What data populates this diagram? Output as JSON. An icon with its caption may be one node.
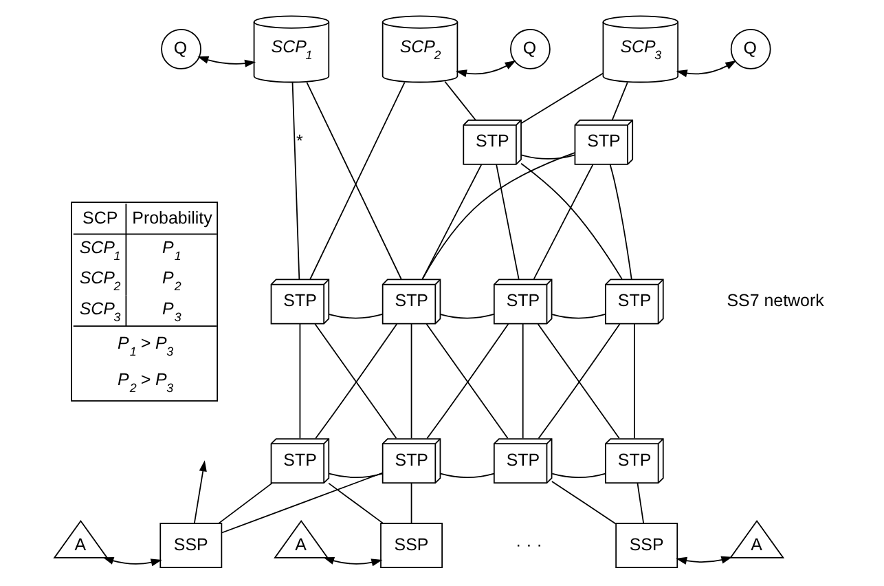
{
  "diagram": {
    "nodes": [
      {
        "text": [
          "Q"
        ]
      },
      {
        "text": [
          "SCP$_{1}$"
        ]
      },
      {
        "text": [
          "SCP$_{2}$"
        ]
      },
      {
        "text": [
          "Q"
        ]
      },
      {
        "text": [
          "SCP$_{3}$"
        ]
      },
      {
        "text": [
          "Q"
        ]
      },
      {
        "text": [
          "STP"
        ]
      },
      {
        "text": [
          "STP"
        ]
      },
      {
        "text": [
          "SCP",
          "Probability",
          "SCP$_{1}$",
          "P$_{1}$",
          "SCP$_{2}$",
          "P$_{2}$",
          "SCP$_{3}$",
          "P$_{3}$",
          "P$_{1}$ > P$_{3}$",
          "P$_{2}$ > P$_{3}$"
        ]
      },
      {
        "text": [
          "STP"
        ]
      },
      {
        "text": [
          "STP"
        ]
      },
      {
        "text": [
          "STP"
        ]
      },
      {
        "text": [
          "STP"
        ]
      },
      {
        "text": [
          "STP"
        ]
      },
      {
        "text": [
          "STP"
        ]
      },
      {
        "text": [
          "STP"
        ]
      },
      {
        "text": [
          "STP"
        ]
      },
      {
        "text": [
          "A"
        ]
      },
      {
        "text": [
          "SSP"
        ]
      },
      {
        "text": [
          "A"
        ]
      },
      {
        "text": [
          "SSP"
        ]
      },
      {
        "text": [
          "SSP"
        ]
      },
      {
        "text": [
          "A"
        ]
      }
    ],
    "edges": [
      {
        "from": 0,
        "to": 1,
        "arrow": "both"
      },
      {
        "from": 2,
        "to": 3,
        "arrow": "both"
      },
      {
        "from": 4,
        "to": 5,
        "arrow": "both"
      },
      {
        "from": 1,
        "to": 9,
        "arrow": "none",
        "label": "*"
      },
      {
        "from": 1,
        "to": 10,
        "arrow": "none"
      },
      {
        "from": 2,
        "to": 9,
        "arrow": "none"
      },
      {
        "from": 2,
        "to": 6,
        "arrow": "none"
      },
      {
        "from": 4,
        "to": 6,
        "arrow": "none"
      },
      {
        "from": 4,
        "to": 7,
        "arrow": "none"
      },
      {
        "from": 6,
        "to": 7,
        "arrow": "none"
      },
      {
        "from": 6,
        "to": 10,
        "arrow": "none"
      },
      {
        "from": 7,
        "to": 10,
        "arrow": "none"
      },
      {
        "from": 6,
        "to": 11,
        "arrow": "none"
      },
      {
        "from": 6,
        "to": 12,
        "arrow": "none"
      },
      {
        "from": 7,
        "to": 11,
        "arrow": "none"
      },
      {
        "from": 7,
        "to": 12,
        "arrow": "none"
      },
      {
        "from": 9,
        "to": 10,
        "arrow": "none"
      },
      {
        "from": 10,
        "to": 11,
        "arrow": "none"
      },
      {
        "from": 11,
        "to": 12,
        "arrow": "none"
      },
      {
        "from": 9,
        "to": 13,
        "arrow": "none"
      },
      {
        "from": 9,
        "to": 14,
        "arrow": "none"
      },
      {
        "from": 10,
        "to": 13,
        "arrow": "none"
      },
      {
        "from": 10,
        "to": 14,
        "arrow": "none"
      },
      {
        "from": 10,
        "to": 15,
        "arrow": "none"
      },
      {
        "from": 11,
        "to": 14,
        "arrow": "none"
      },
      {
        "from": 11,
        "to": 15,
        "arrow": "none"
      },
      {
        "from": 11,
        "to": 16,
        "arrow": "none"
      },
      {
        "from": 12,
        "to": 15,
        "arrow": "none"
      },
      {
        "from": 12,
        "to": 16,
        "arrow": "none"
      },
      {
        "from": 13,
        "to": 14,
        "arrow": "none"
      },
      {
        "from": 14,
        "to": 15,
        "arrow": "none"
      },
      {
        "from": 15,
        "to": 16,
        "arrow": "none"
      },
      {
        "from": 13,
        "to": 18,
        "arrow": "none"
      },
      {
        "from": 14,
        "to": 18,
        "arrow": "none"
      },
      {
        "from": 13,
        "to": 20,
        "arrow": "none"
      },
      {
        "from": 14,
        "to": 20,
        "arrow": "none"
      },
      {
        "from": 15,
        "to": 21,
        "arrow": "none"
      },
      {
        "from": 16,
        "to": 21,
        "arrow": "none"
      },
      {
        "from": 17,
        "to": 18,
        "arrow": "both"
      },
      {
        "from": 19,
        "to": 20,
        "arrow": "both"
      },
      {
        "from": 21,
        "to": 22,
        "arrow": "both"
      },
      {
        "from": 18,
        "to": null,
        "arrow": "to"
      }
    ],
    "labels": [
      "SS7 network",
      "· · ·"
    ]
  }
}
